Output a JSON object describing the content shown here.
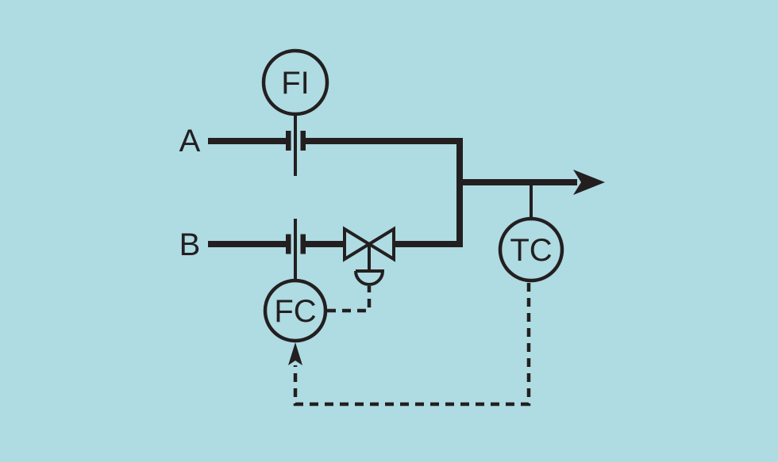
{
  "figure": {
    "type": "process-instrumentation-diagram",
    "colors": {
      "background": "#AFDBE2",
      "line": "#231F20"
    },
    "labels": {
      "stream_a": "A",
      "stream_b": "B"
    },
    "instruments": {
      "flow_indicator": "FI",
      "flow_controller": "FC",
      "temperature_controller": "TC"
    }
  }
}
